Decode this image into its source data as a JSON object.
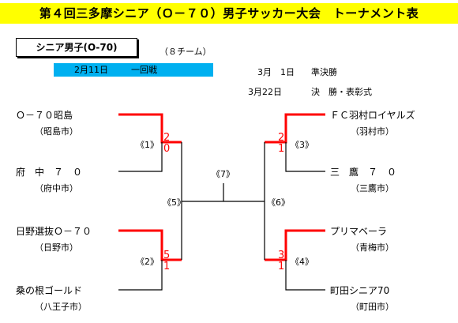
{
  "header": {
    "title": "第４回三多摩シニア（Ｏ－７０）男子サッカー大会　トーナメント表"
  },
  "division": {
    "label": "シニア男子(O-70)",
    "teams_count": "（８チーム）"
  },
  "schedule": {
    "round1_date": "2月11日",
    "round1_name": "一回戦",
    "semi_date": "3月　1日",
    "semi_name": "準決勝",
    "final_date": "3月22日",
    "final_name": "決　勝・表彰式"
  },
  "left_teams": [
    {
      "name": "Ｏ－７０昭島",
      "city": "（昭島市）"
    },
    {
      "name": "府　中　７　０",
      "city": "（府中市）"
    },
    {
      "name": "日野選抜Ｏ－７０",
      "city": "（日野市）"
    },
    {
      "name": "桑の根ゴールド",
      "city": "（八王子市）"
    }
  ],
  "right_teams": [
    {
      "name": "ＦＣ羽村ロイヤルズ",
      "city": "（羽村市）"
    },
    {
      "name": "三　鷹　７　０",
      "city": "（三鷹市）"
    },
    {
      "name": "プリマベーラ",
      "city": "（青梅市）"
    },
    {
      "name": "町田シニア70",
      "city": "（町田市）"
    }
  ],
  "matches": {
    "m1": {
      "label": "《1》",
      "score_top": "2",
      "score_bottom": "0"
    },
    "m2": {
      "label": "《2》",
      "score_top": "5",
      "score_bottom": "1"
    },
    "m3": {
      "label": "《3》",
      "score_top": "2",
      "score_bottom": "1"
    },
    "m4": {
      "label": "《4》",
      "score_top": "3",
      "score_bottom": "1"
    },
    "m5": {
      "label": "《5》"
    },
    "m6": {
      "label": "《6》"
    },
    "m7": {
      "label": "《7》"
    }
  },
  "colors": {
    "title_bg": "#ffff00",
    "round_bar_bg": "#00b0f0",
    "winner_line": "#ff0000",
    "line": "#000000"
  }
}
